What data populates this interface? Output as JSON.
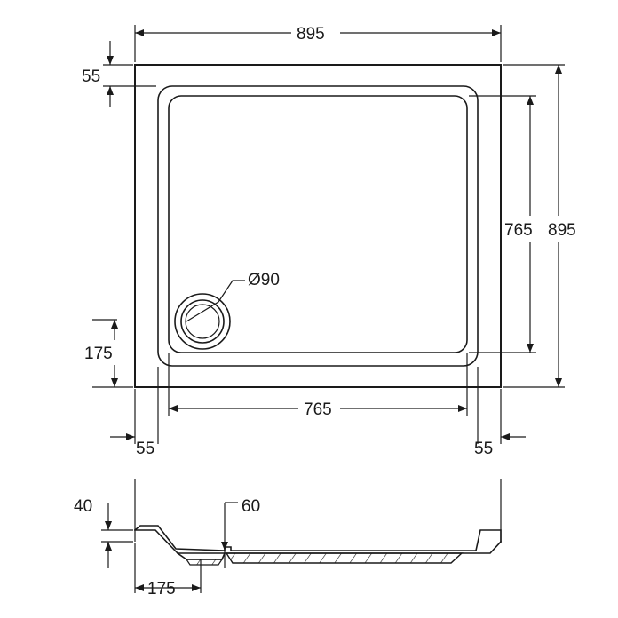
{
  "plan_view": {
    "overall_width": "895",
    "overall_depth": "895",
    "rim_top": "55",
    "inner_width": "765",
    "inner_depth": "765",
    "rim_left": "55",
    "rim_right": "55",
    "waste_offset": "175",
    "waste_diameter": "Ø90"
  },
  "section_view": {
    "tray_height": "40",
    "waste_depth": "60",
    "waste_offset": "175"
  }
}
